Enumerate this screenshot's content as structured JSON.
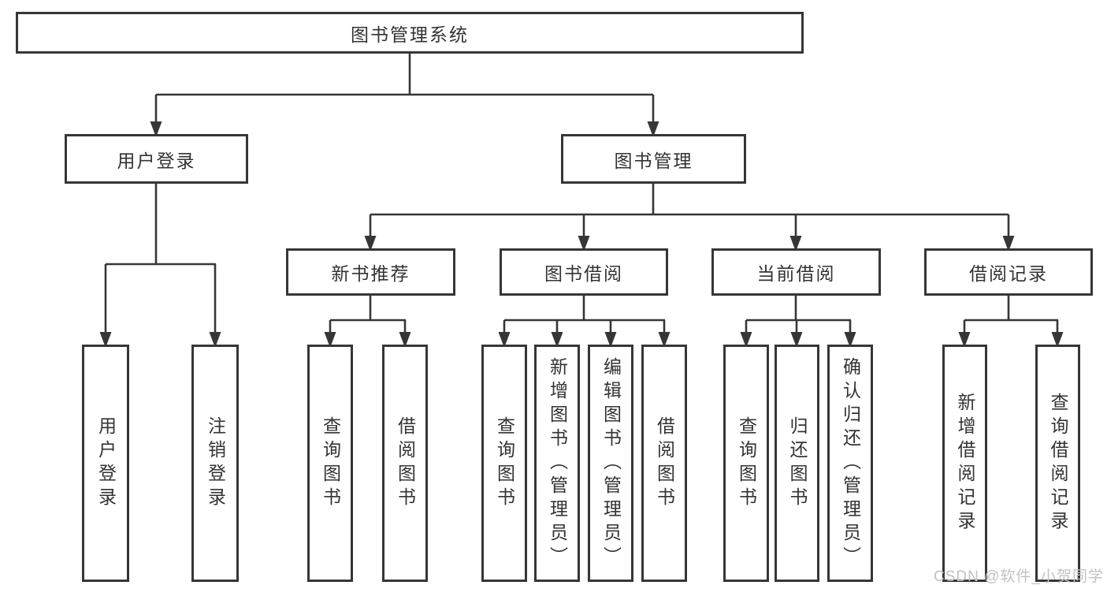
{
  "tree": {
    "label": "图书管理系统",
    "children": [
      {
        "label": "用户登录",
        "children": [
          {
            "label": "用户登录"
          },
          {
            "label": "注销登录"
          }
        ]
      },
      {
        "label": "图书管理",
        "children": [
          {
            "label": "新书推荐",
            "children": [
              {
                "label": "查询图书"
              },
              {
                "label": "借阅图书"
              }
            ]
          },
          {
            "label": "图书借阅",
            "children": [
              {
                "label": "查询图书"
              },
              {
                "label": "新增图书（管理员）"
              },
              {
                "label": "编辑图书（管理员）"
              },
              {
                "label": "借阅图书"
              }
            ]
          },
          {
            "label": "当前借阅",
            "children": [
              {
                "label": "查询图书"
              },
              {
                "label": "归还图书"
              },
              {
                "label": "确认归还（管理员）"
              }
            ]
          },
          {
            "label": "借阅记录",
            "children": [
              {
                "label": "新增借阅记录"
              },
              {
                "label": "查询借阅记录"
              }
            ]
          }
        ]
      }
    ]
  },
  "watermark": {
    "text": "CSDN @软件_小贺同学"
  },
  "colors": {
    "border": "#363636",
    "text": "#333333",
    "background": "#ffffff",
    "watermark": "#c3c1c2"
  }
}
